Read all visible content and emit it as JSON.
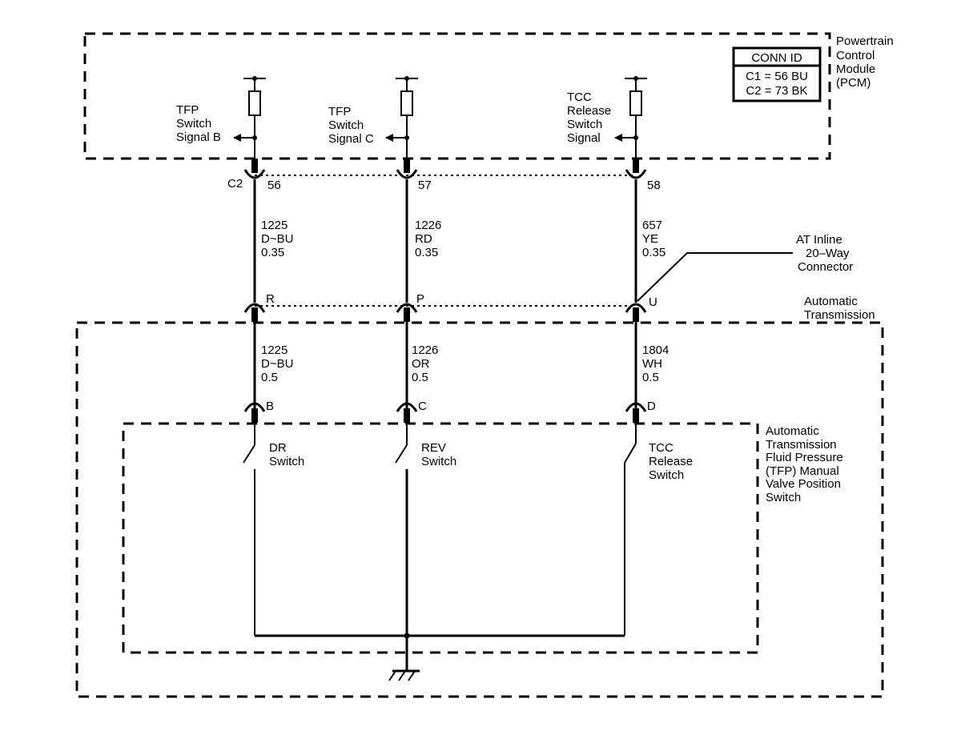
{
  "pcm": {
    "label": [
      "Powertrain",
      "Control",
      "Module",
      "(PCM)"
    ],
    "conn_id": {
      "header": "CONN ID",
      "rows": [
        "C1 = 56 BU",
        "C2 = 73 BK"
      ]
    },
    "signals": [
      [
        "TFP",
        "Switch",
        "Signal B"
      ],
      [
        "TFP",
        "Switch",
        "Signal C"
      ],
      [
        "TCC",
        "Release",
        "Switch",
        "Signal"
      ]
    ],
    "connector": "C2",
    "pins": [
      "56",
      "57",
      "58"
    ]
  },
  "upper_wires": [
    [
      "1225",
      "D~BU",
      "0.35"
    ],
    [
      "1226",
      "RD",
      "0.35"
    ],
    [
      "657",
      "YE",
      "0.35"
    ]
  ],
  "inline_connector": {
    "label": [
      "AT Inline",
      "20–Way",
      "Connector"
    ],
    "pins": [
      "R",
      "P",
      "U"
    ]
  },
  "transmission": {
    "label": [
      "Automatic",
      "Transmission"
    ]
  },
  "lower_wires": [
    [
      "1225",
      "D~BU",
      "0.5"
    ],
    [
      "1226",
      "OR",
      "0.5"
    ],
    [
      "1804",
      "WH",
      "0.5"
    ]
  ],
  "switch_pins": [
    "B",
    "C",
    "D"
  ],
  "switches": [
    [
      "DR",
      "Switch"
    ],
    [
      "REV",
      "Switch"
    ],
    [
      "TCC",
      "Release",
      "Switch"
    ]
  ],
  "switch_assembly": {
    "label": [
      "Automatic",
      "Transmission",
      "Fluid Pressure",
      "(TFP) Manual",
      "Valve Position",
      "Switch"
    ]
  }
}
